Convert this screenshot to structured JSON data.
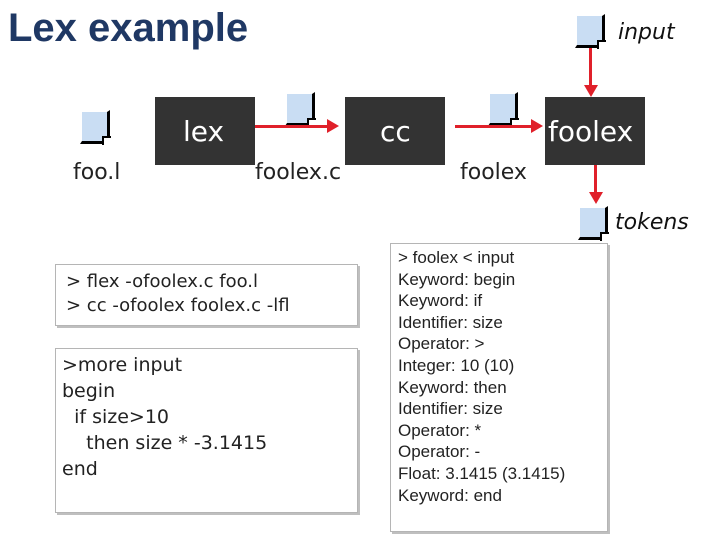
{
  "title": "Lex example",
  "colors": {
    "title": "#1f3864",
    "arrow": "#e0202a",
    "process": "#333333",
    "document": "#c9ddf3"
  },
  "pipeline": {
    "source_file": "foo.l",
    "tool1": "lex",
    "generated_c": "foolex.c",
    "tool2": "cc",
    "binary": "foolex",
    "runner": "foolex",
    "input_label": "input",
    "tokens_label": "tokens"
  },
  "commands": [
    "> flex -ofoolex.c foo.l",
    "> cc -ofoolex foolex.c -lfl"
  ],
  "source_listing": [
    ">more input",
    "begin",
    "  if size>10",
    "    then size * -3.1415",
    "end"
  ],
  "output_listing": [
    "> foolex < input",
    "Keyword: begin",
    "Keyword: if",
    "Identifier: size",
    "Operator: >",
    "Integer: 10 (10)",
    "Keyword: then",
    "Identifier: size",
    "Operator: *",
    "Operator: -",
    "Float: 3.1415 (3.1415)",
    "Keyword: end"
  ]
}
